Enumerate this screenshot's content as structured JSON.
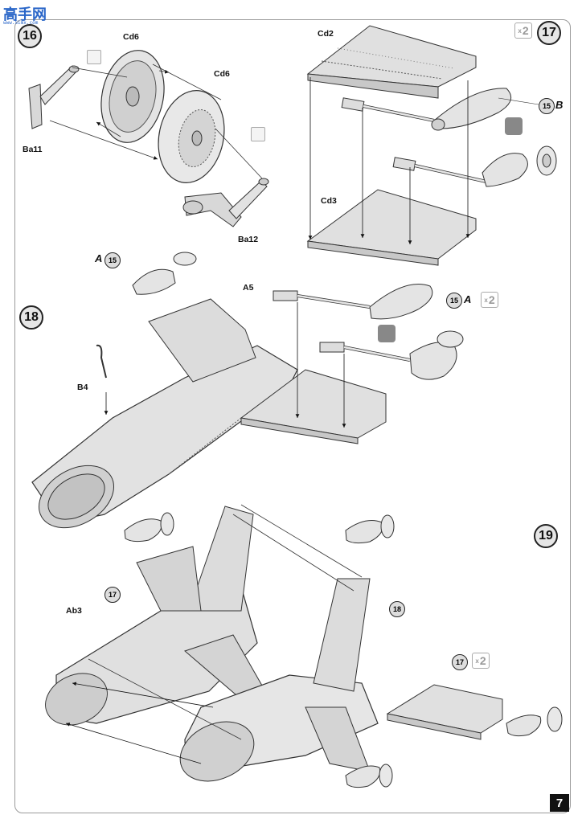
{
  "watermark": {
    "brand": "高手网",
    "site": "www.5imx.com"
  },
  "page_number": "7",
  "steps": {
    "s16": "16",
    "s17": "17",
    "s18": "18",
    "s19": "19"
  },
  "labels": {
    "cd6_a": "Cd6",
    "cd6_b": "Cd6",
    "ba11": "Ba11",
    "ba12": "Ba12",
    "cd2": "Cd2",
    "cd3": "Cd3",
    "a5": "A5",
    "b4": "B4",
    "ab3": "Ab3"
  },
  "refs": {
    "r15_b": "15",
    "r15_a_top": "15",
    "r15_a_right": "15",
    "r17_left": "17",
    "r18": "18",
    "r17_right": "17"
  },
  "letters": {
    "b": "B",
    "a_top": "A",
    "a_right": "A"
  },
  "multipliers": {
    "m17": "2",
    "m18": "2",
    "m19": "2",
    "x": "x"
  },
  "colors": {
    "part_fill": "#dedede",
    "part_dark": "#bdbdbd",
    "line": "#333333",
    "frame": "#9a9a9a"
  }
}
